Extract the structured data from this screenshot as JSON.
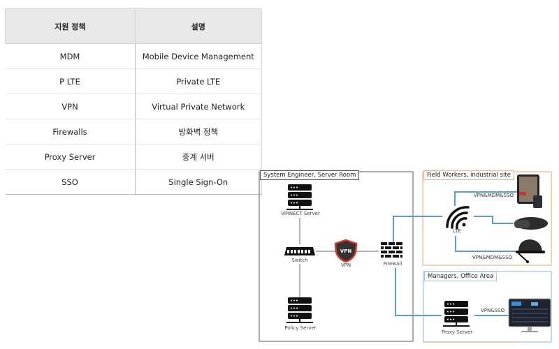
{
  "table": {
    "headers": [
      "지원 정책",
      "설명"
    ],
    "rows": [
      {
        "policy": "MDM",
        "description": "Mobile Device Management"
      },
      {
        "policy": "P LTE",
        "description": "Private LTE"
      },
      {
        "policy": "VPN",
        "description": "Virtual Private Network"
      },
      {
        "policy": "Firewalls",
        "description": "방화벽 정책"
      },
      {
        "policy": "Proxy Server",
        "description": "중계 서버"
      },
      {
        "policy": "SSO",
        "description": "Single Sign-On"
      }
    ]
  },
  "diagram": {
    "zones": {
      "server_room": "System Engineer, Server Room",
      "field": "Field Workers, industrial site",
      "office": "Managers, Office Area"
    },
    "nodes": {
      "virnect_server": "VIRNECT Server",
      "switch": "Switch",
      "vpn": "VPN",
      "vpn_badge": "VPN",
      "firewall": "Firewall",
      "policy_server": "Policy Server",
      "lte": "LTE",
      "proxy_server": "Proxy Server"
    },
    "edges": {
      "tablet": "VPN&MDM&SSO",
      "helmet": "VPN&MDM&SSO",
      "monitor": "VPN&SSO"
    },
    "colors": {
      "link": "#5b9bd5",
      "field_border": "#f4b183",
      "office_border": "#9dc3e6",
      "server_border": "#555555",
      "vpn_red": "#d9342b"
    }
  }
}
